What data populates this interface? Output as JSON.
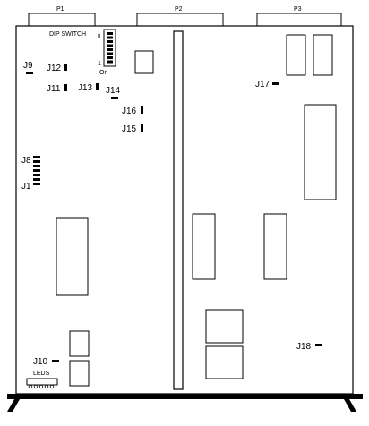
{
  "connectors": {
    "p1": "P1",
    "p2": "P2",
    "p3": "P3"
  },
  "dip_switch": {
    "label": "DIP SWITCH",
    "pos_8": "8",
    "pos_1": "1",
    "on": "On"
  },
  "jumpers": {
    "j9": "J9",
    "j12": "J12",
    "j11": "J11",
    "j13": "J13",
    "j14": "J14",
    "j16": "J16",
    "j15": "J15",
    "j8": "J8",
    "j1": "J1",
    "j17": "J17",
    "j10": "J10",
    "j18": "J18"
  },
  "leds": {
    "label": "LEDS"
  }
}
